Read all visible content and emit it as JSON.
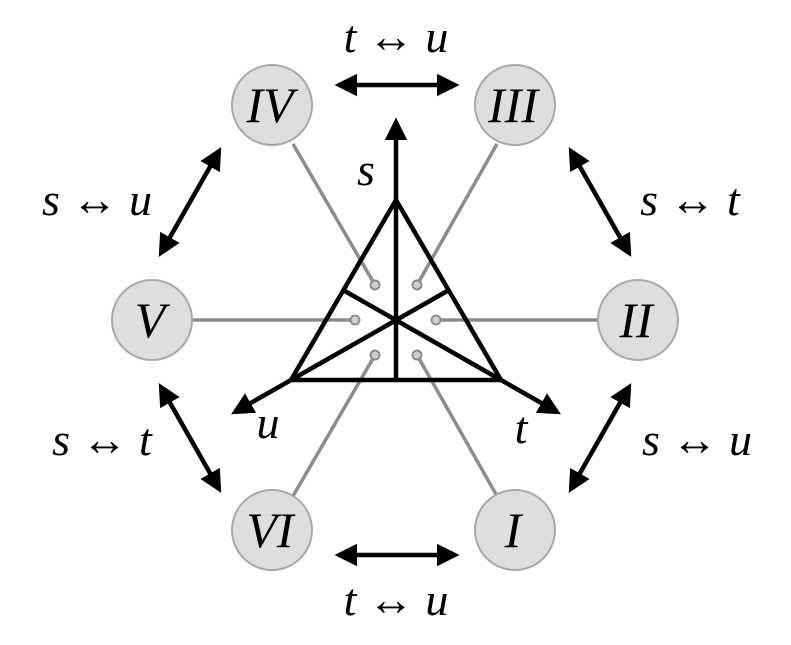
{
  "colors": {
    "circle_fill": "#dedede",
    "circle_stroke": "#a8a8a8",
    "connector": "#8c8c8c",
    "ink": "#000000"
  },
  "axes": {
    "s": "s",
    "t": "t",
    "u": "u"
  },
  "regions": {
    "I": "I",
    "II": "II",
    "III": "III",
    "IV": "IV",
    "V": "V",
    "VI": "VI"
  },
  "swaps": {
    "top": "t ↔ u",
    "upper_right": "s ↔ t",
    "lower_right": "s ↔ u",
    "bottom": "t ↔ u",
    "lower_left": "s ↔ t",
    "upper_left": "s ↔ u"
  }
}
